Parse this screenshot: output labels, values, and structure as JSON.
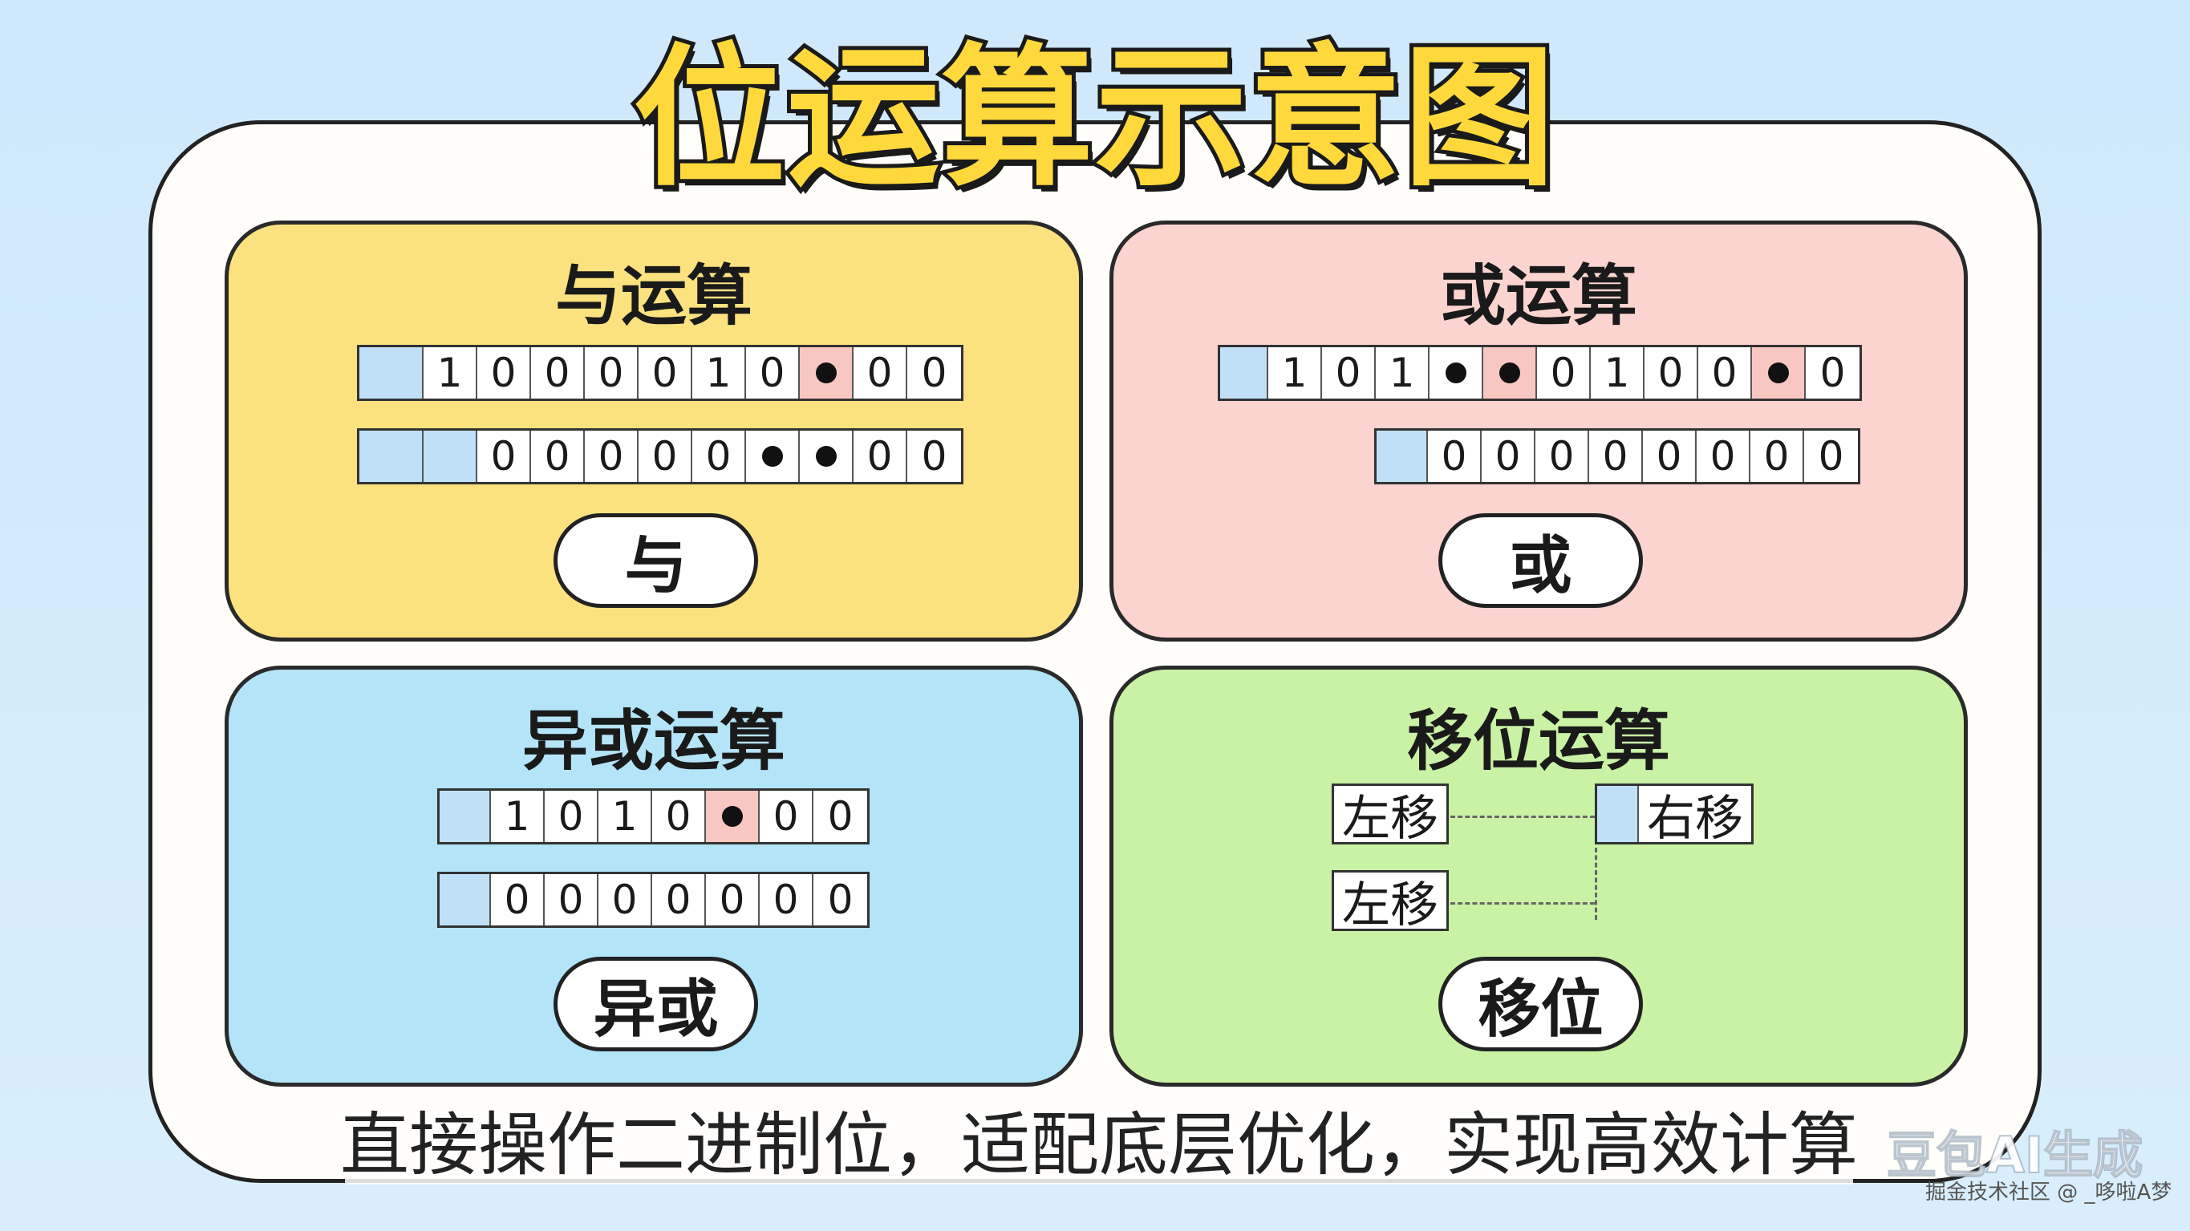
{
  "title": "位运算示意图",
  "panels": {
    "and": {
      "title": "与运算",
      "row1": [
        "",
        "1",
        "0",
        "0",
        "0",
        "0",
        "1",
        "0",
        "•",
        "0",
        "0"
      ],
      "row2": [
        "",
        "",
        "0",
        "0",
        "0",
        "0",
        "0",
        "•",
        "•",
        "0",
        "0"
      ],
      "button": "与"
    },
    "or": {
      "title": "或运算",
      "row1": [
        "",
        "1",
        "0",
        "1",
        "•",
        "•",
        "0",
        "1",
        "0",
        "0",
        "•",
        "0"
      ],
      "row2": [
        "",
        "0",
        "0",
        "0",
        "0",
        "0",
        "0",
        "0",
        "0"
      ],
      "button": "或"
    },
    "xor": {
      "title": "异或运算",
      "row1": [
        "",
        "1",
        "0",
        "1",
        "0",
        "•",
        "0",
        "0"
      ],
      "row2": [
        "",
        "0",
        "0",
        "0",
        "0",
        "0",
        "0",
        "0"
      ],
      "button": "异或"
    },
    "shift": {
      "title": "移位运算",
      "left1": "左移",
      "right1": "右移",
      "left2": "左移",
      "button": "移位"
    }
  },
  "caption": "直接操作二进制位，适配底层优化，实现高效计算",
  "watermark": "豆包AI生成",
  "watermark_sub": "掘金技术社区 @ _哆啦A梦",
  "colors": {
    "and_panel": "#fbe27f",
    "or_panel": "#fbd3cf",
    "xor_panel": "#b3e4f8",
    "shift_panel": "#c9f2a5",
    "title_fill": "#ffd93b",
    "highlight_blue": "#bfe0f6",
    "highlight_pink": "#f8c7c1"
  }
}
